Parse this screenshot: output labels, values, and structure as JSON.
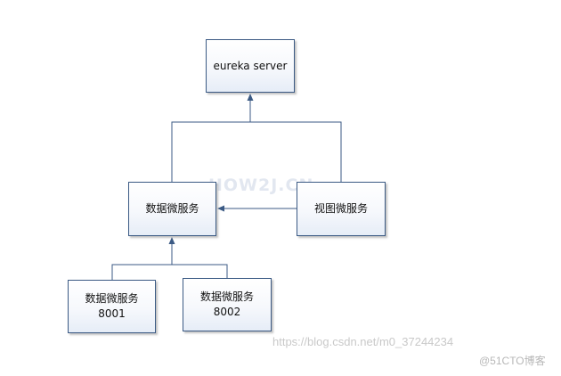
{
  "nodes": {
    "eureka": {
      "lines": [
        "eureka server"
      ]
    },
    "data_service": {
      "lines": [
        "数据微服务"
      ]
    },
    "view_service": {
      "lines": [
        "视图微服务"
      ]
    },
    "data_8001": {
      "lines": [
        "数据微服务",
        "8001"
      ]
    },
    "data_8002": {
      "lines": [
        "数据微服务",
        "8002"
      ]
    }
  },
  "colors": {
    "line": "#3b5a84",
    "box_border": "#3b5a84"
  },
  "watermarks": {
    "center": "HOW2J.CN",
    "url": "https://blog.csdn.net/m0_37244234",
    "site": "@51CTO博客"
  }
}
